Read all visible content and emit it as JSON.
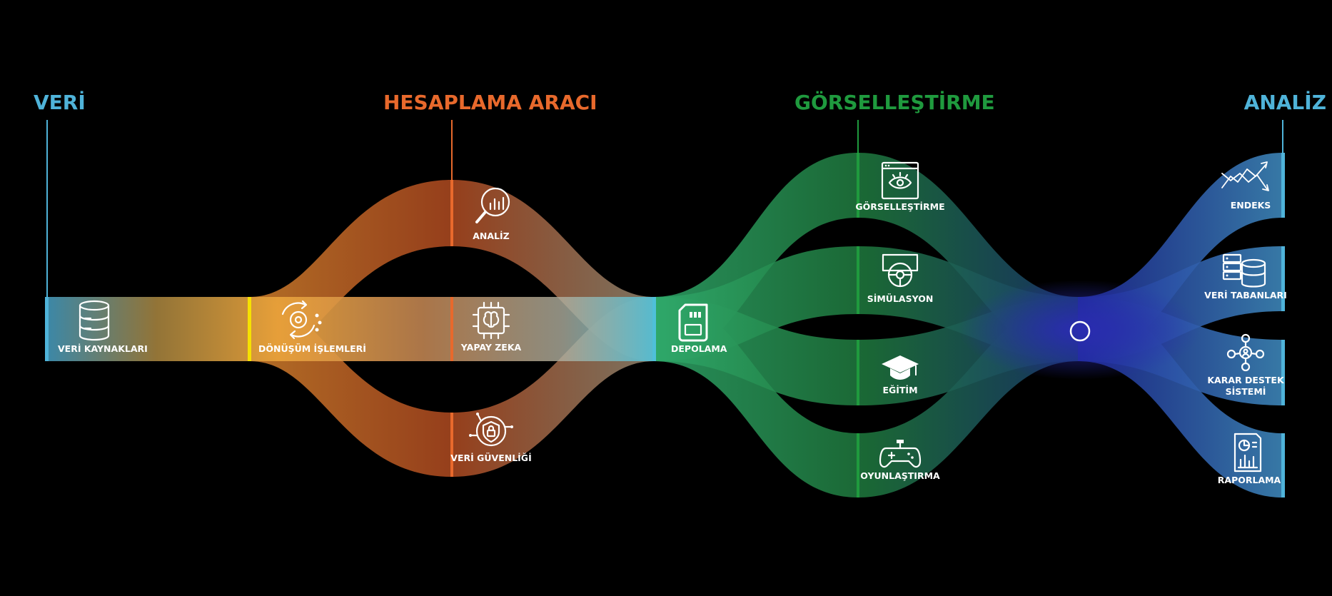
{
  "headings": {
    "veri": "VERİ",
    "hesaplama": "HESAPLAMA ARACI",
    "gorsellestirme": "GÖRSELLEŞTİRME",
    "analiz": "ANALİZ"
  },
  "nodes": {
    "veri_kaynaklari": "VERİ KAYNAKLARI",
    "donusum": "DÖNÜŞÜM İŞLEMLERİ",
    "analiz": "ANALİZ",
    "yapay_zeka": "YAPAY ZEKA",
    "veri_guvenligi": "VERİ GÜVENLİĞİ",
    "depolama": "DEPOLAMA",
    "gorsellestirme": "GÖRSELLEŞTİRME",
    "simulasyon": "SİMÜLASYON",
    "egitim": "EĞİTİM",
    "oyunlastirma": "OYUNLAŞTIRMA",
    "endeks": "ENDEKS",
    "veri_tabanlari": "VERİ TABANLARI",
    "karar_destek_1": "KARAR DESTEK",
    "karar_destek_2": "SİSTEMİ",
    "raporlama": "RAPORLAMA"
  },
  "colors": {
    "veri": "#4fb3d9",
    "hesaplama": "#e8692c",
    "gorsellestirme": "#1f9a3e",
    "analiz": "#4fb3d9",
    "transform": "#f5e100",
    "hub": "#2b2fa8"
  },
  "icons": {
    "veri_kaynaklari": "database-icon",
    "donusum": "gear-cycle-icon",
    "analiz": "magnifier-chart-icon",
    "yapay_zeka": "ai-chip-icon",
    "veri_guvenligi": "shield-lock-icon",
    "depolama": "sd-card-icon",
    "gorsellestirme": "eye-window-icon",
    "simulasyon": "steering-wheel-icon",
    "egitim": "graduation-cap-icon",
    "oyunlastirma": "gamepad-icon",
    "endeks": "trend-chart-icon",
    "veri_tabanlari": "server-database-icon",
    "karar_destek": "network-user-icon",
    "raporlama": "report-icon"
  }
}
